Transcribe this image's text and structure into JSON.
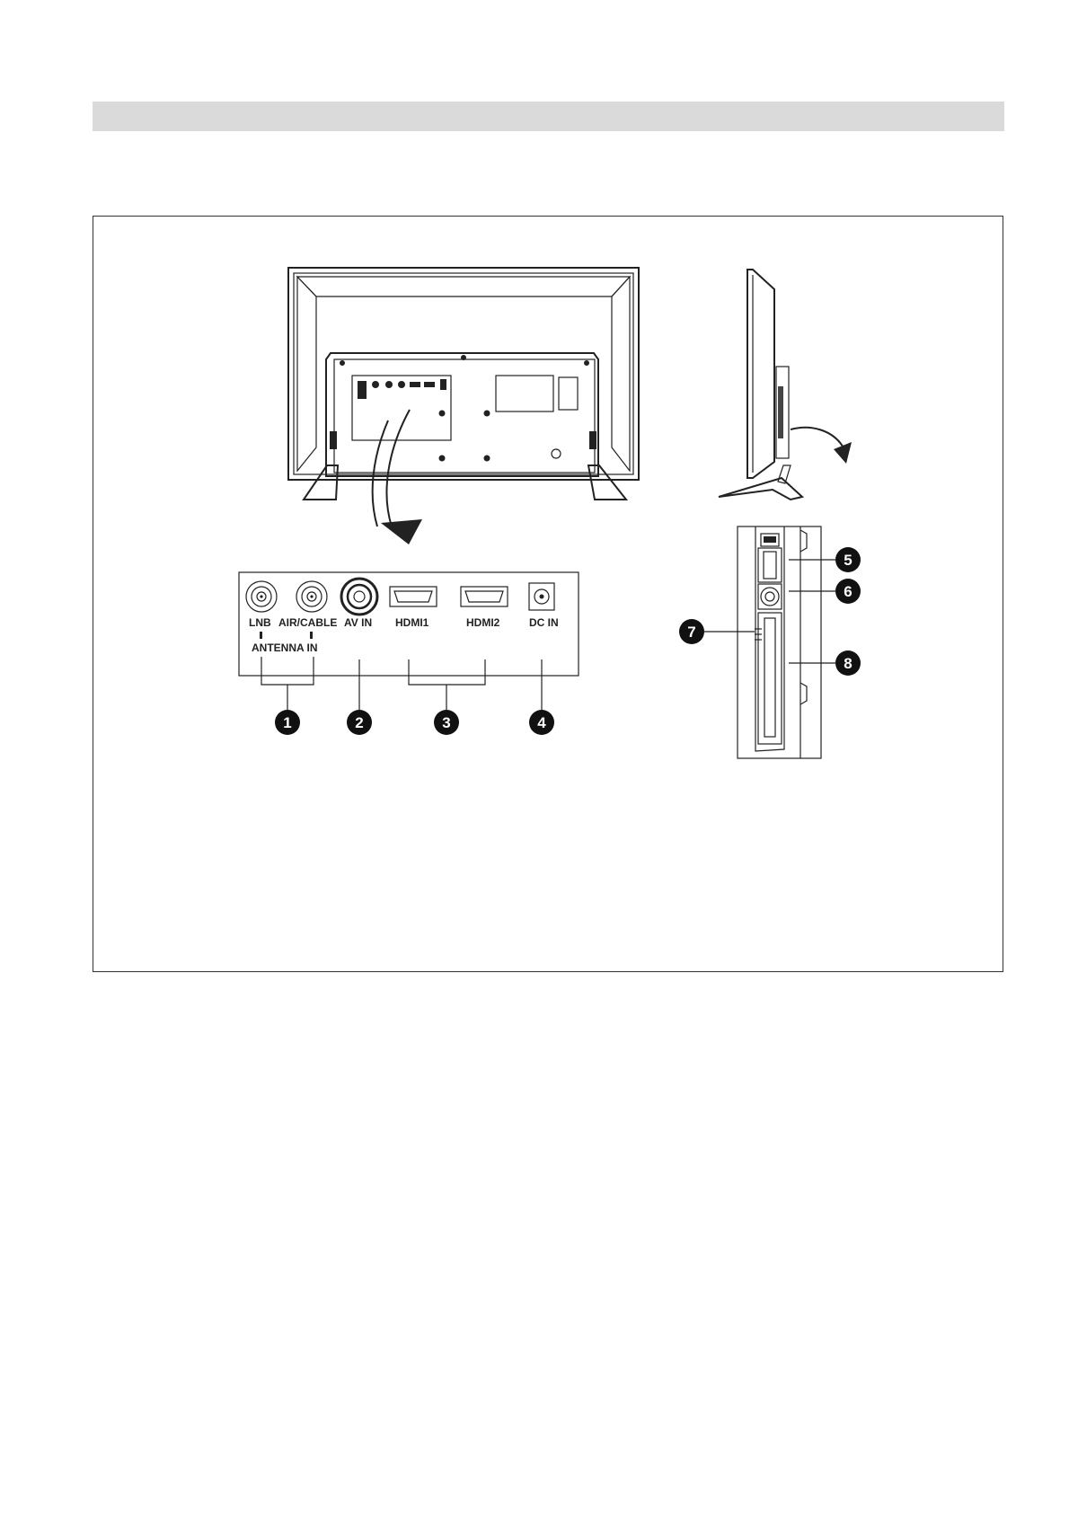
{
  "panel_labels": {
    "lnb": "LNB",
    "air_cable": "AIR/CABLE",
    "av_in": "AV IN",
    "hdmi1": "HDMI1",
    "hdmi2": "HDMI2",
    "dc_in": "DC IN",
    "antenna_in": "ANTENNA IN"
  },
  "callouts": [
    "1",
    "2",
    "3",
    "4",
    "5",
    "6",
    "7",
    "8"
  ],
  "colors": {
    "header_bar": "#dadada",
    "line": "#222222",
    "callout_fill": "#111111"
  }
}
